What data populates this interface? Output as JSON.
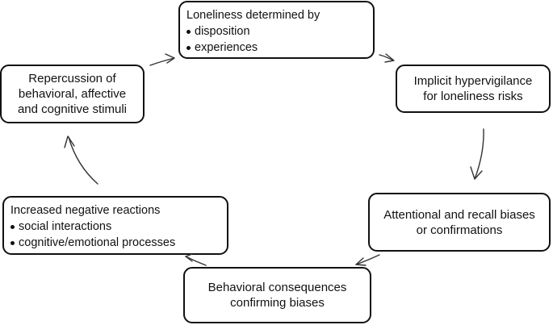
{
  "nodes": {
    "loneliness": {
      "title": "Loneliness determined by",
      "bullets": [
        "disposition",
        "experiences"
      ]
    },
    "hypervigilance": {
      "line1": "Implicit hypervigilance",
      "line2": "for loneliness risks"
    },
    "attentional": {
      "line1": "Attentional and recall biases",
      "line2": "or confirmations"
    },
    "behavioral": {
      "line1": "Behavioral consequences",
      "line2": "confirming biases"
    },
    "negative": {
      "title": "Increased negative reactions",
      "bullets": [
        "social interactions",
        "cognitive/emotional processes"
      ]
    },
    "repercussion": {
      "line1": "Repercussion of",
      "line2": "behavioral, affective",
      "line3": "and cognitive stimuli"
    }
  }
}
